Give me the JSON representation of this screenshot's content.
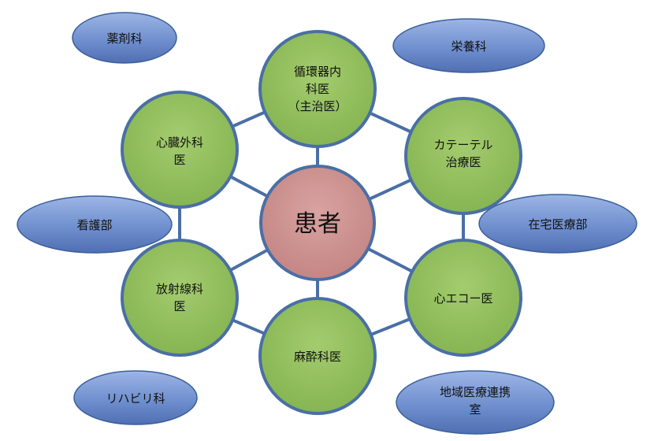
{
  "colors": {
    "center_fill": "#c98f8d",
    "node_fill": "#8fbc5a",
    "dept_fill": "#6f8fce",
    "line": "#4a6fa5"
  },
  "center": {
    "label": "患者"
  },
  "ring_nodes": [
    {
      "id": "cardiology",
      "lines": [
        "循環器内",
        "科医",
        "（主治医）"
      ]
    },
    {
      "id": "catheter",
      "lines": [
        "カテーテル",
        "治療医"
      ]
    },
    {
      "id": "echo",
      "lines": [
        "心エコー医"
      ]
    },
    {
      "id": "anesthesia",
      "lines": [
        "麻酔科医"
      ]
    },
    {
      "id": "radiology",
      "lines": [
        "放射線科",
        "医"
      ]
    },
    {
      "id": "cardiac-surgery",
      "lines": [
        "心臓外科",
        "医"
      ]
    }
  ],
  "departments": [
    {
      "id": "pharmacy",
      "lines": [
        "薬剤科"
      ]
    },
    {
      "id": "nutrition",
      "lines": [
        "栄養科"
      ]
    },
    {
      "id": "nursing",
      "lines": [
        "看護部"
      ]
    },
    {
      "id": "home-care",
      "lines": [
        "在宅医療部"
      ]
    },
    {
      "id": "rehab",
      "lines": [
        "リハビリ科"
      ]
    },
    {
      "id": "regional",
      "lines": [
        "地域医療連携",
        "室"
      ]
    }
  ]
}
